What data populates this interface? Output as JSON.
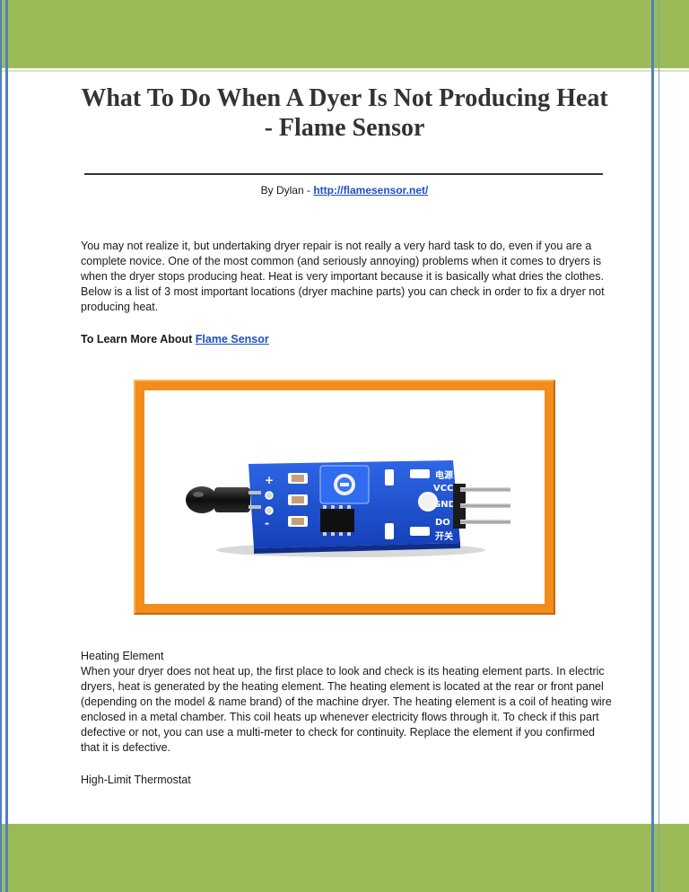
{
  "title": "What To Do When A Dyer Is Not Producing Heat - Flame Sensor",
  "byline": {
    "prefix": "By Dylan - ",
    "url": "http://flamesensor.net/"
  },
  "intro": "You may not realize it, but undertaking dryer repair is not really a very hard task to do, even if you are a complete novice. One of the most common (and seriously annoying) problems when it comes to dryers is when the dryer stops producing heat. Heat is very important because it is basically what dries the clothes. Below is a list of 3 most important locations (dryer machine parts) you can check in order to fix a dryer not producing heat.",
  "learn_more": {
    "prefix": "To Learn More About ",
    "link": "Flame Sensor"
  },
  "sensor_board": {
    "labels": [
      "+",
      "-",
      "VCC",
      "GND",
      "DO",
      "电源",
      "开关"
    ]
  },
  "section_heating": {
    "heading": "Heating Element",
    "body": "When your dryer does not heat up, the first place to look and check is its heating element parts. In electric dryers, heat is generated by the heating element. The heating element is located at the rear or front panel (depending on the model & name brand) of the machine dryer. The heating element is a coil of heating wire enclosed in a metal chamber. This coil heats up whenever electricity flows through it. To check if this part defective or not, you can use a multi-meter to check for continuity. Replace the element if you confirmed that it is defective."
  },
  "section_thermostat": {
    "heading": "High-Limit Thermostat"
  },
  "colors": {
    "band": "#9bbb59",
    "accent_line": "#4f81bd",
    "frame": "#f28c1a",
    "link": "#1f4fbf",
    "board": "#1a4fd0"
  }
}
